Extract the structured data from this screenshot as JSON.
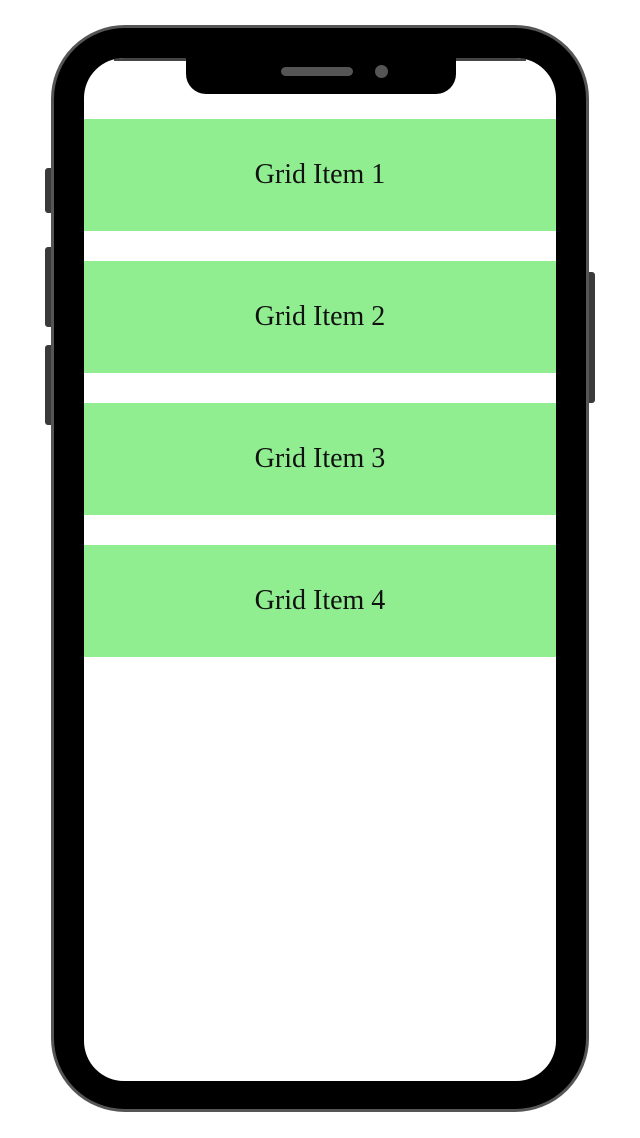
{
  "device": {
    "frame_color": "#000000",
    "bezel_border_color": "#555555"
  },
  "grid": {
    "item_color": "#90ee90",
    "items": [
      {
        "label": "Grid Item 1"
      },
      {
        "label": "Grid Item 2"
      },
      {
        "label": "Grid Item 3"
      },
      {
        "label": "Grid Item 4"
      }
    ]
  }
}
